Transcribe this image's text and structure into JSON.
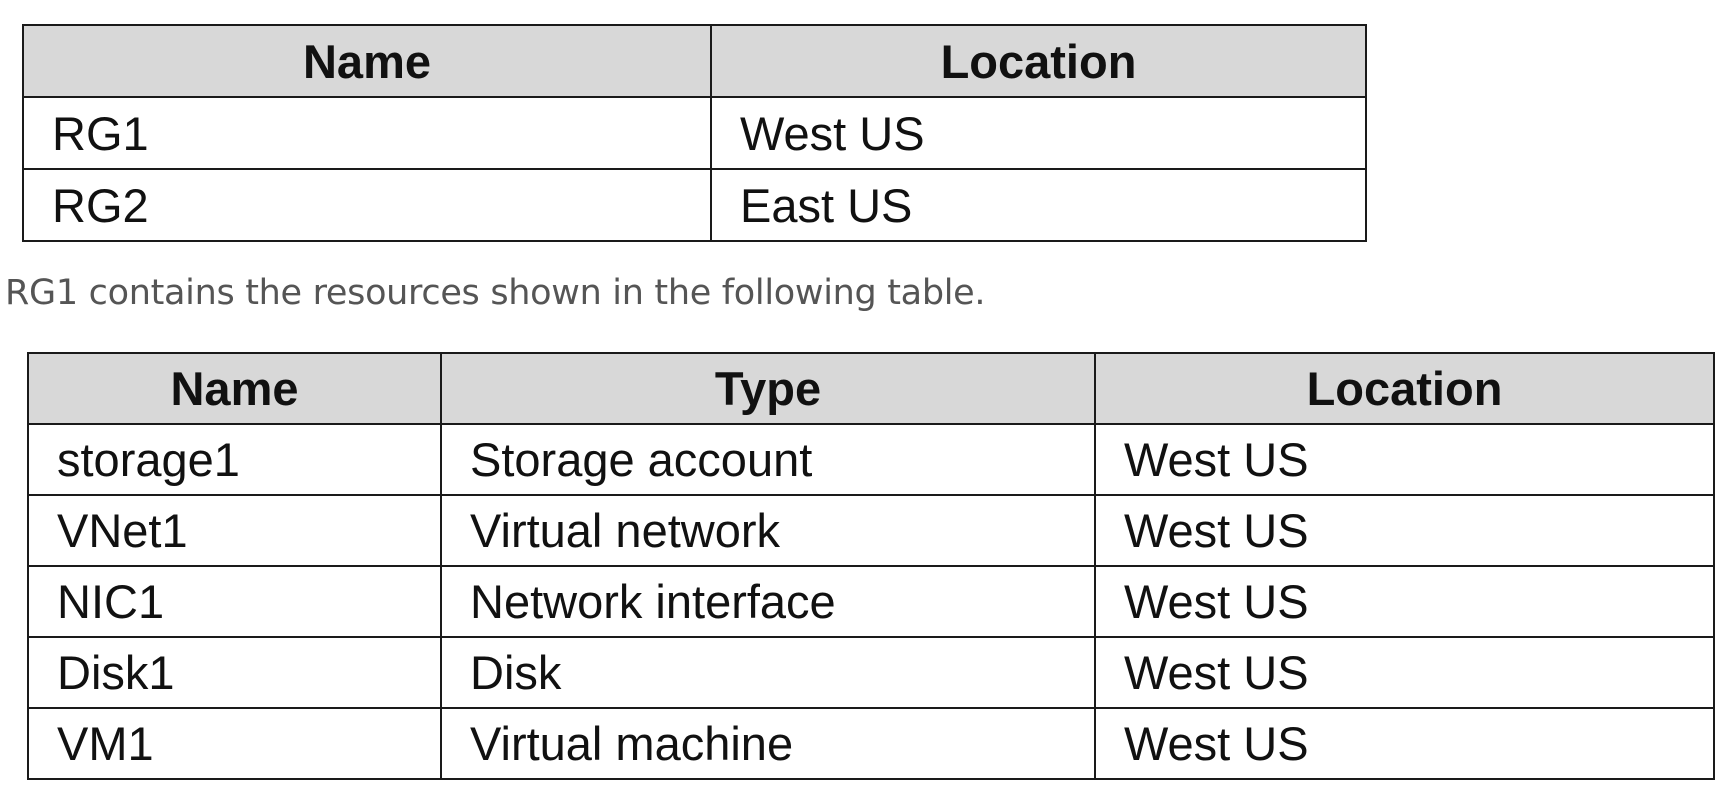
{
  "resource_groups_table": {
    "headers": [
      "Name",
      "Location"
    ],
    "rows": [
      [
        "RG1",
        "West US"
      ],
      [
        "RG2",
        "East US"
      ]
    ]
  },
  "caption": "RG1 contains the resources shown in the following table.",
  "resources_table": {
    "headers": [
      "Name",
      "Type",
      "Location"
    ],
    "rows": [
      [
        "storage1",
        "Storage account",
        "West US"
      ],
      [
        "VNet1",
        "Virtual network",
        "West US"
      ],
      [
        "NIC1",
        "Network interface",
        "West US"
      ],
      [
        "Disk1",
        "Disk",
        "West US"
      ],
      [
        "VM1",
        "Virtual machine",
        "West US"
      ]
    ]
  }
}
